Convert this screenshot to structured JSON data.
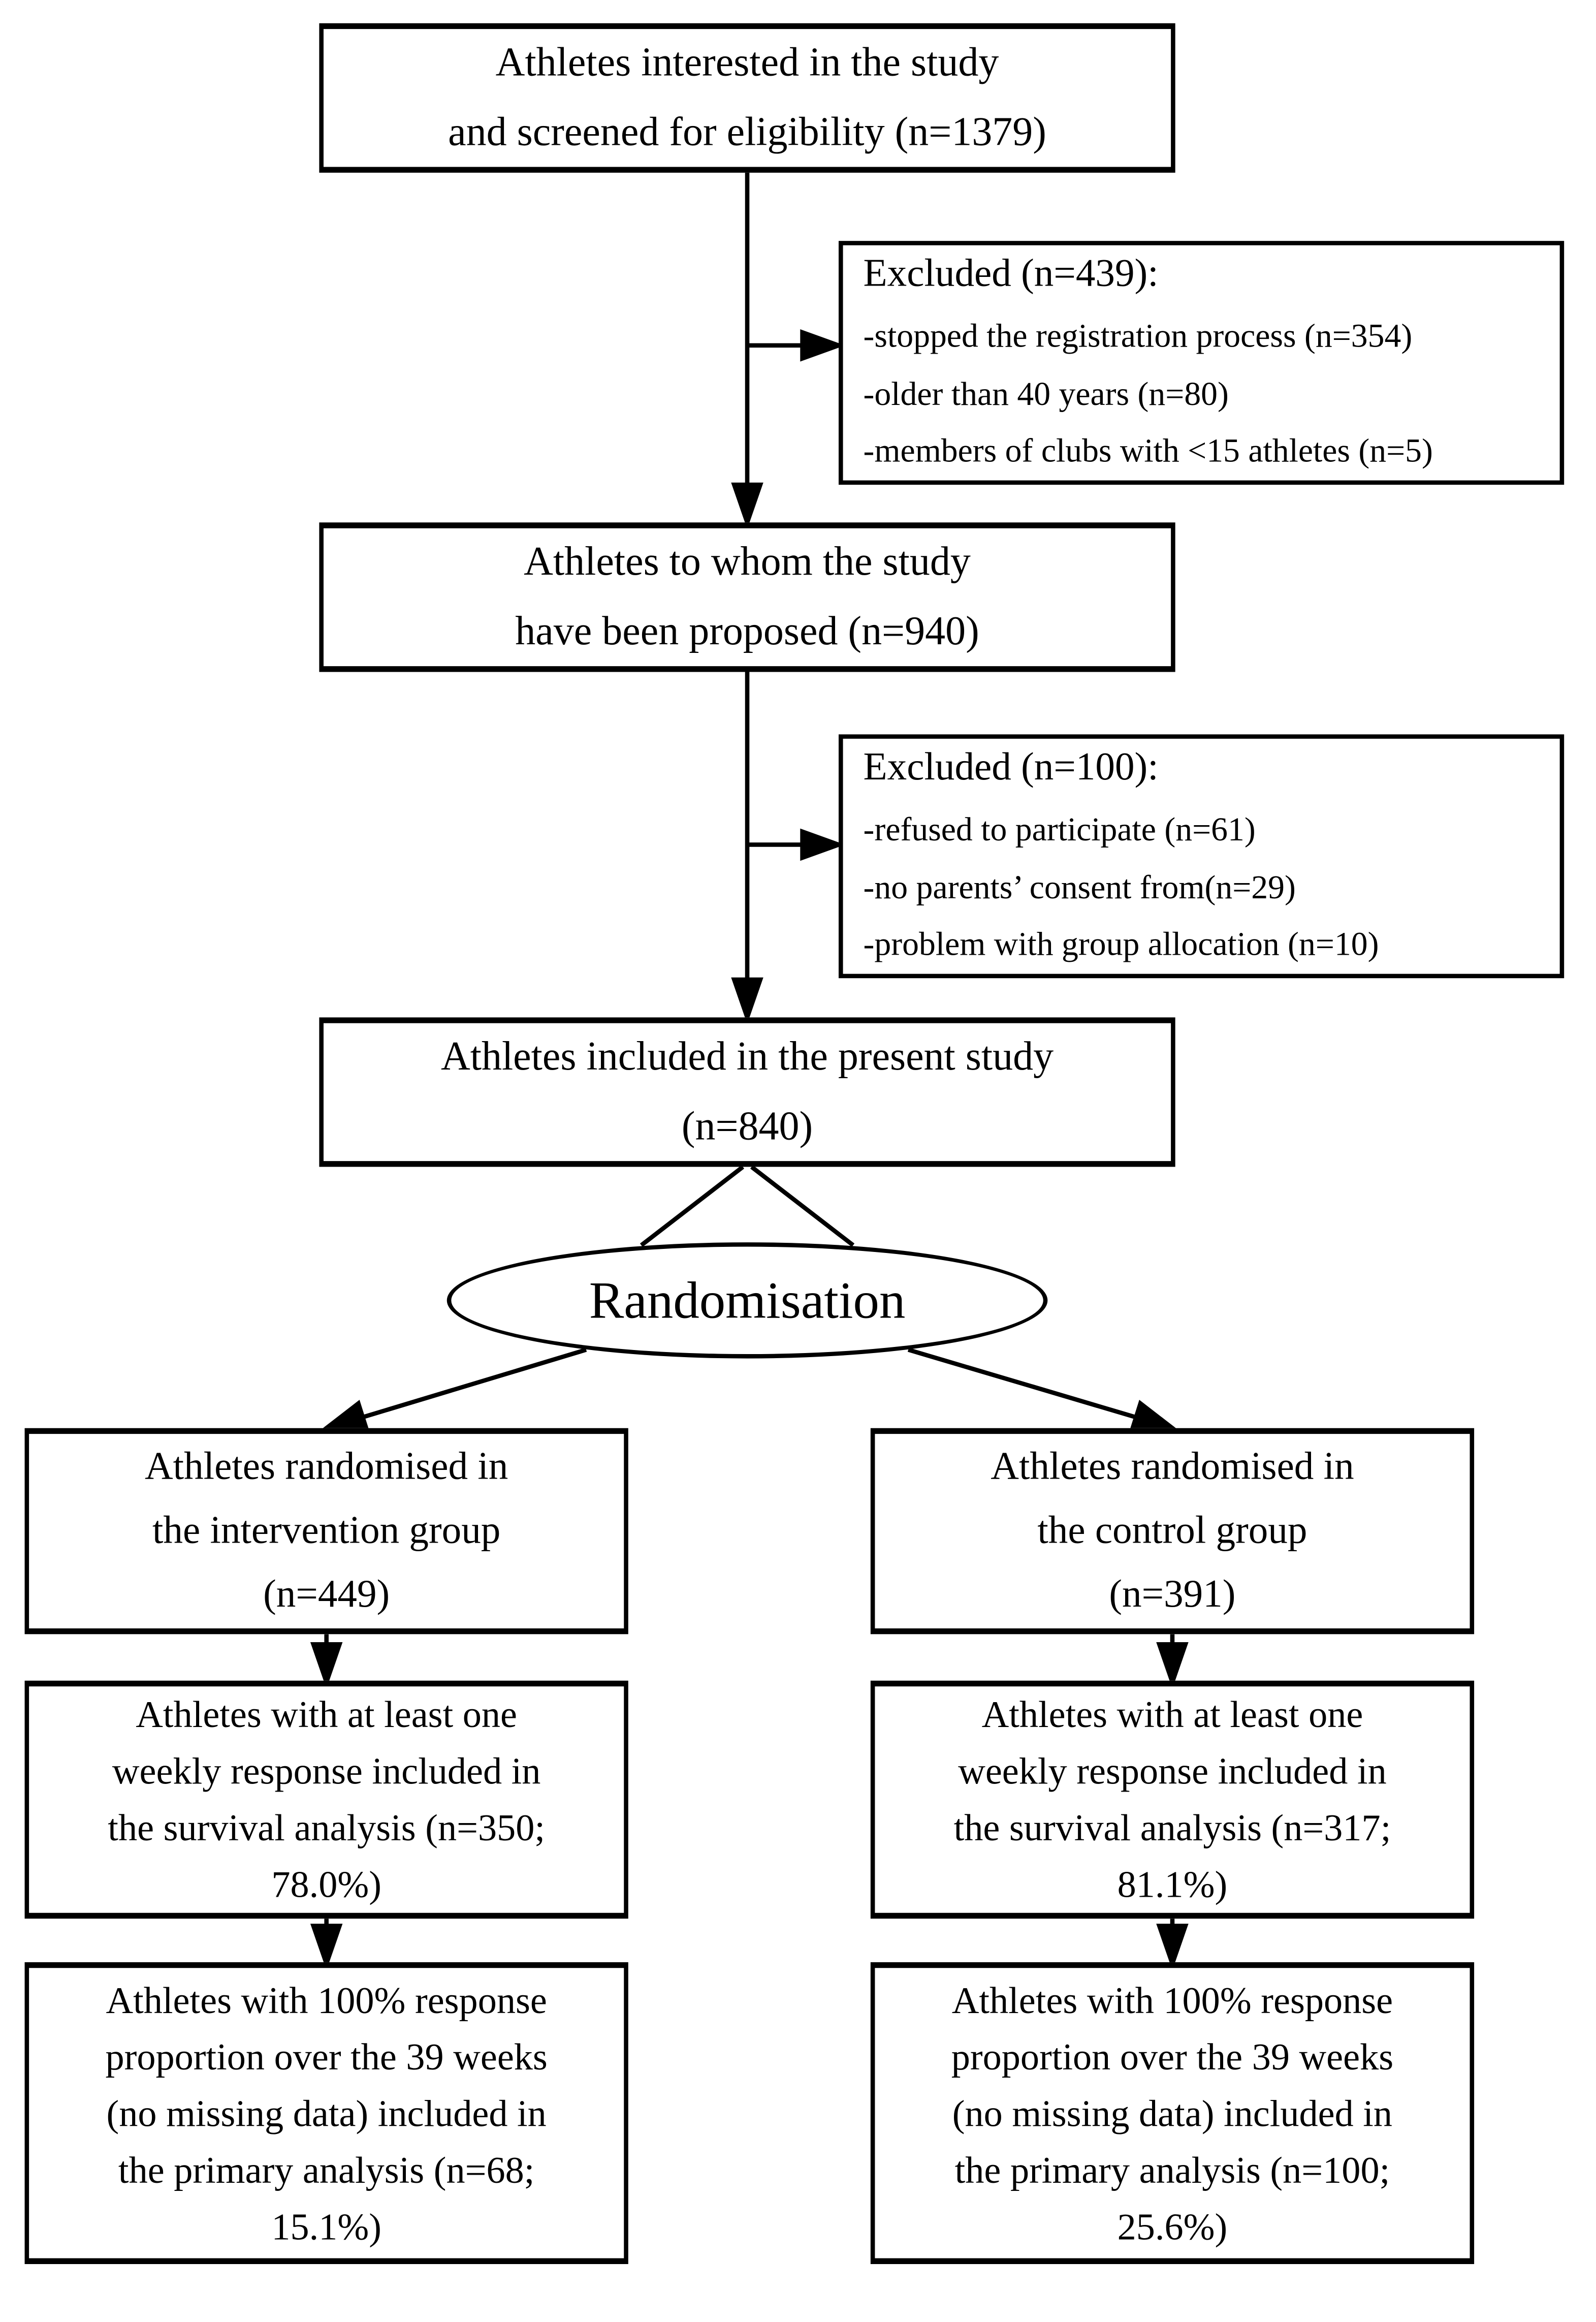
{
  "boxes": {
    "screened": {
      "text": "Athletes interested in the study\nand screened for eligibility (n=1379)"
    },
    "excluded1": {
      "heading": "Excluded (n=439):",
      "items": [
        "-stopped the registration process (n=354)",
        "-older than 40 years (n=80)",
        "-members of clubs with <15 athletes (n=5)"
      ]
    },
    "proposed": {
      "text": "Athletes to whom the study\nhave been proposed (n=940)"
    },
    "excluded2": {
      "heading": "Excluded (n=100):",
      "items": [
        "-refused to participate (n=61)",
        "-no parents’ consent from(n=29)",
        "-problem with group allocation (n=10)"
      ]
    },
    "included": {
      "text": "Athletes included in the present study\n(n=840)"
    },
    "randomisation": {
      "text": "Randomisation"
    },
    "intervention": {
      "text": "Athletes randomised in\nthe intervention group\n(n=449)"
    },
    "control": {
      "text": "Athletes randomised in\nthe control group\n(n=391)"
    },
    "survival_intervention": {
      "text": "Athletes with at least one\nweekly response included in\nthe survival analysis (n=350;\n78.0%)"
    },
    "survival_control": {
      "text": "Athletes with at least one\nweekly response included in\nthe survival analysis (n=317;\n81.1%)"
    },
    "primary_intervention": {
      "text": "Athletes with 100% response\nproportion over the 39 weeks\n(no missing data) included in\nthe primary analysis (n=68;\n15.1%)"
    },
    "primary_control": {
      "text": "Athletes with 100% response\nproportion over the 39 weeks\n(no missing data) included in\nthe primary analysis (n=100;\n25.6%)"
    }
  },
  "colors": {
    "line": "#000000",
    "background": "#ffffff",
    "text": "#000000"
  }
}
